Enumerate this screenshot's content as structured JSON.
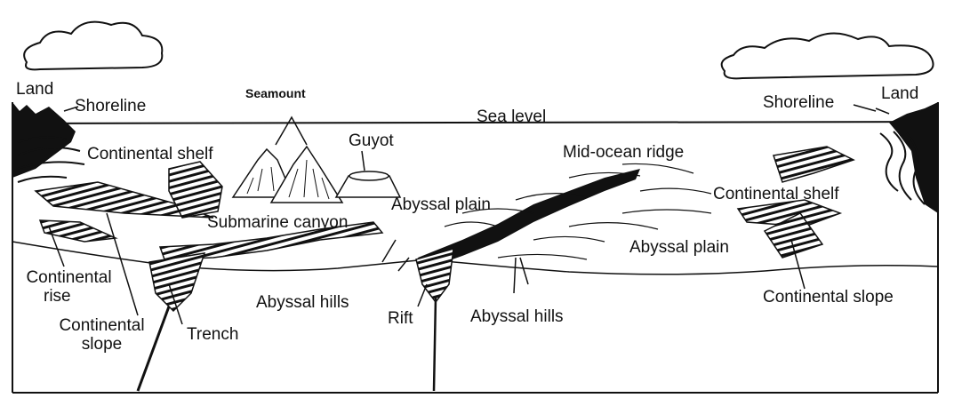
{
  "labels": {
    "land_left": "Land",
    "shoreline_left": "Shoreline",
    "seamount": "Seamount",
    "sea_level": "Sea level",
    "shoreline_right": "Shoreline",
    "land_right": "Land",
    "continental_shelf_left": "Continental shelf",
    "guyot": "Guyot",
    "mid_ocean_ridge": "Mid-ocean ridge",
    "abyssal_plain_left": "Abyssal plain",
    "continental_shelf_right": "Continental shelf",
    "submarine_canyon": "Submarine canyon",
    "abyssal_plain_right": "Abyssal plain",
    "continental_rise_line1": "Continental",
    "continental_rise_line2": "rise",
    "abyssal_hills_left": "Abyssal hills",
    "continental_slope_right": "Continental slope",
    "continental_slope_left_line1": "Continental",
    "continental_slope_left_line2": "slope",
    "trench": "Trench",
    "rift": "Rift",
    "abyssal_hills_center": "Abyssal hills"
  },
  "colors": {
    "ink": "#111111",
    "paper": "#ffffff"
  }
}
